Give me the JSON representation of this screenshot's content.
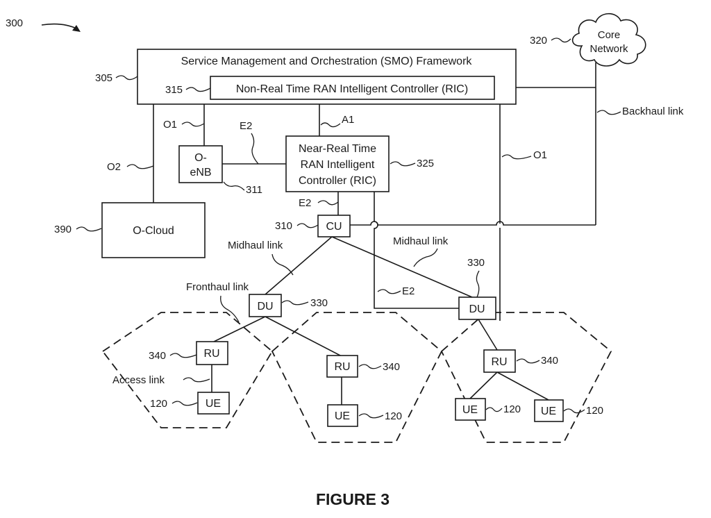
{
  "figure_number": "300",
  "figure_title": "FIGURE 3",
  "smo": {
    "label": "Service Management and Orchestration (SMO) Framework",
    "ref": "305"
  },
  "non_rt_ric": {
    "label": "Non-Real Time RAN Intelligent Controller (RIC)",
    "ref": "315"
  },
  "core_network": {
    "line1": "Core",
    "line2": "Network",
    "ref": "320"
  },
  "backhaul_label": "Backhaul link",
  "oenb": {
    "line1": "O-",
    "line2": "eNB",
    "ref": "311"
  },
  "near_rt_ric": {
    "line1": "Near-Real Time",
    "line2": "RAN Intelligent",
    "line3": "Controller (RIC)",
    "ref": "325"
  },
  "ocloud": {
    "label": "O-Cloud",
    "ref": "390"
  },
  "cu": {
    "label": "CU",
    "ref": "310"
  },
  "du": {
    "label": "DU",
    "ref": "330"
  },
  "ru": {
    "label": "RU",
    "ref": "340"
  },
  "ue": {
    "label": "UE",
    "ref": "120"
  },
  "interfaces": {
    "o1": "O1",
    "o2": "O2",
    "e2": "E2",
    "a1": "A1"
  },
  "link_labels": {
    "midhaul": "Midhaul link",
    "fronthaul": "Fronthaul link",
    "access": "Access link"
  }
}
